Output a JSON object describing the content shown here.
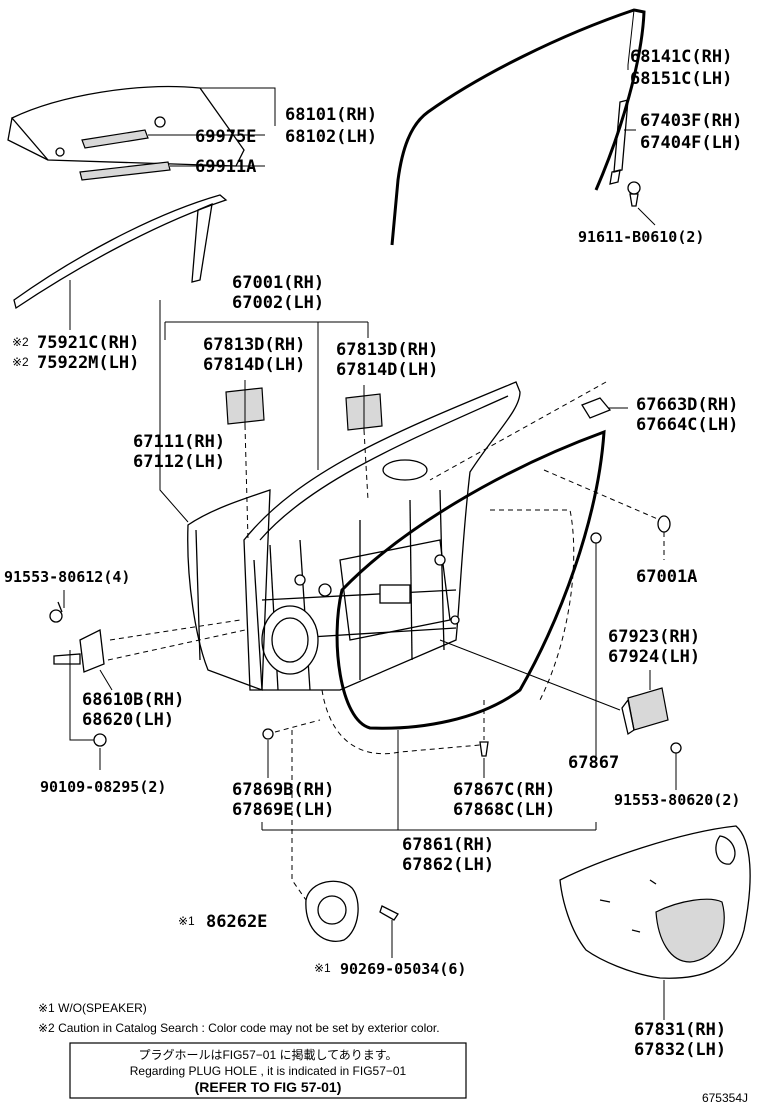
{
  "labels": {
    "l68101": "68101(RH)",
    "l68102": "68102(LH)",
    "l69975E": "69975E",
    "l69911A": "69911A",
    "l68141C": "68141C(RH)",
    "l68151C": "68151C(LH)",
    "l67403F": "67403F(RH)",
    "l67404F": "67404F(LH)",
    "l91611": "91611-B0610(2)",
    "l67001rh": "67001(RH)",
    "l67002lh": "67002(LH)",
    "l75921C": "75921C(RH)",
    "l75922M": "75922M(LH)",
    "l67813D_a": "67813D(RH)",
    "l67814D_a": "67814D(LH)",
    "l67813D_b": "67813D(RH)",
    "l67814D_b": "67814D(LH)",
    "l67663D": "67663D(RH)",
    "l67664C": "67664C(LH)",
    "l67111": "67111(RH)",
    "l67112": "67112(LH)",
    "l91553_80612": "91553-80612(4)",
    "l67001A": "67001A",
    "l68610B": "68610B(RH)",
    "l68620": "68620(LH)",
    "l67923": "67923(RH)",
    "l67924": "67924(LH)",
    "l90109": "90109-08295(2)",
    "l67867": "67867",
    "l67869B": "67869B(RH)",
    "l67869E": "67869E(LH)",
    "l67867C": "67867C(RH)",
    "l67868C": "67868C(LH)",
    "l91553_80620": "91553-80620(2)",
    "l67861": "67861(RH)",
    "l67862": "67862(LH)",
    "l86262E": "86262E",
    "l90269": "90269-05034(6)",
    "l67831": "67831(RH)",
    "l67832": "67832(LH)"
  },
  "marks": {
    "note1": "※1",
    "note2": "※2"
  },
  "notes": {
    "n1": "※1 W/O(SPEAKER)",
    "n2": "※2 Caution in Catalog Search : Color code may not be set by exterior color."
  },
  "refbox": {
    "line1": "プラグホールはFIG57−01 に掲載してあります。",
    "line2": "Regarding  PLUG HOLE , it is indicated in FIG57−01",
    "line3": "(REFER  TO  FIG  57-01)"
  },
  "figure_id": "675354J"
}
